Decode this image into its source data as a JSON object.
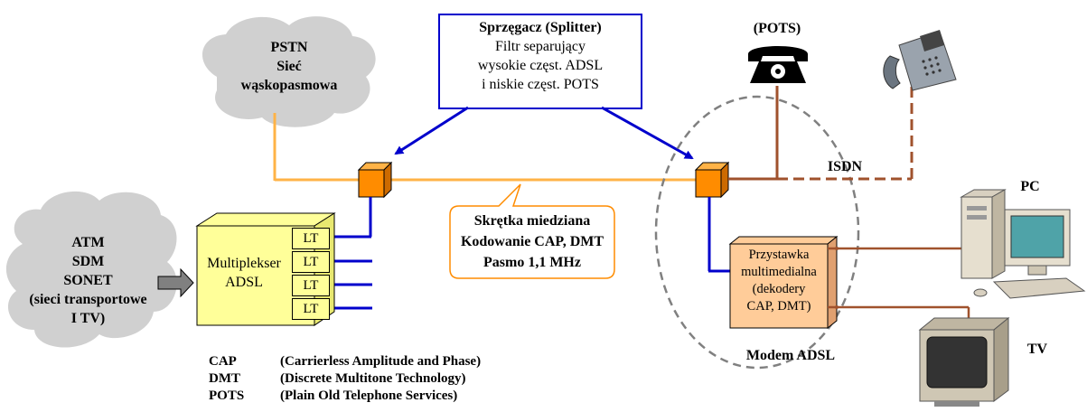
{
  "clouds": {
    "pstn": {
      "line1": "PSTN",
      "line2": "Sieć",
      "line3": "wąskopasmowa"
    },
    "transport": {
      "line1": "ATM",
      "line2": "SDM",
      "line3": "SONET",
      "line4": "(sieci transportowe",
      "line5": "I TV)"
    }
  },
  "splitter_box": {
    "title": "Sprzęgacz (Splitter)",
    "line1": "Filtr separujący",
    "line2": "wysokie częst. ADSL",
    "line3": "i niskie częst. POTS"
  },
  "copper_callout": {
    "line1": "Skrętka miedziana",
    "line2": "Kodowanie CAP, DMT",
    "line3": "Pasmo 1,1 MHz"
  },
  "multiplexer": {
    "line1": "Multiplekser",
    "line2": "ADSL",
    "ports": [
      "LT",
      "LT",
      "LT",
      "LT"
    ]
  },
  "set_top_box": {
    "line1": "Przystawka",
    "line2": "multimedialna",
    "line3": "(dekodery",
    "line4": "CAP, DMT)"
  },
  "labels": {
    "pots": "(POTS)",
    "isdn": "ISDN",
    "pc": "PC",
    "tv": "TV",
    "modem": "Modem ADSL"
  },
  "legend": [
    {
      "abbr": "CAP",
      "desc": "(Carrierless Amplitude and Phase)"
    },
    {
      "abbr": "DMT",
      "desc": "(Discrete Multitone Technology)"
    },
    {
      "abbr": "POTS",
      "desc": "(Plain Old Telephone Services)"
    }
  ],
  "colors": {
    "orange_line": "#ffb347",
    "splitter_fill": "#ff8c00",
    "isdn_line": "#a0522d",
    "blue": "#0000cc",
    "mux_fill": "#ffff99",
    "stb_fill": "#ffcc99",
    "cloud": "#d0d0d0"
  }
}
